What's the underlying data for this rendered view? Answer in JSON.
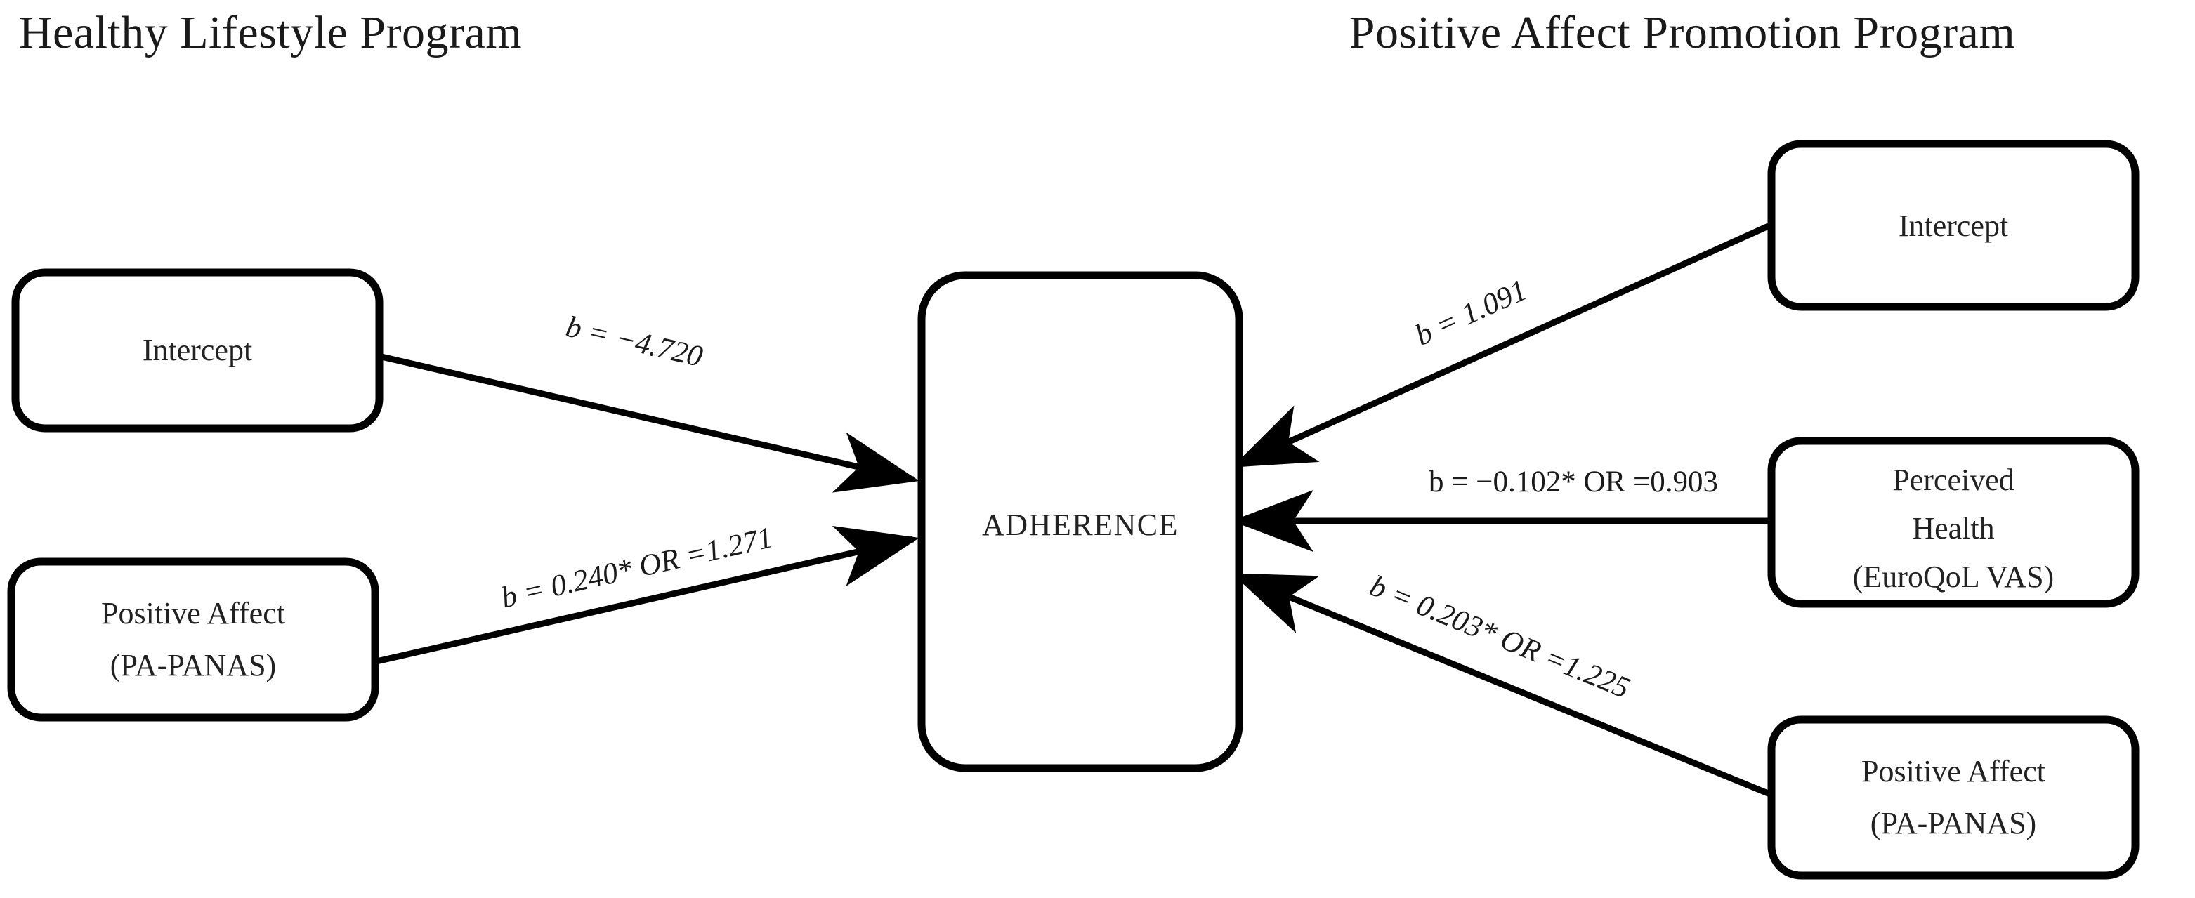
{
  "diagram": {
    "type": "path-model",
    "titles": {
      "left": "Healthy Lifestyle Program",
      "right": "Positive Affect Promotion Program"
    },
    "center_node": {
      "id": "adherence",
      "label": "ADHERENCE"
    },
    "left_nodes": [
      {
        "id": "left-intercept",
        "lines": [
          "Intercept"
        ]
      },
      {
        "id": "left-positive-affect",
        "lines": [
          "Positive  Affect",
          "(PA-PANAS)"
        ]
      }
    ],
    "right_nodes": [
      {
        "id": "right-intercept",
        "lines": [
          "Intercept"
        ]
      },
      {
        "id": "right-perceived-health",
        "lines": [
          "Perceived",
          "Health",
          "(EuroQoL  VAS)"
        ]
      },
      {
        "id": "right-positive-affect",
        "lines": [
          "Positive  Affect",
          "(PA-PANAS)"
        ]
      }
    ],
    "edges": [
      {
        "id": "edge-left-intercept",
        "from": "left-intercept",
        "to": "adherence",
        "label": "b = −4.720",
        "b": -4.72,
        "or": null,
        "significant": false
      },
      {
        "id": "edge-left-positive-affect",
        "from": "left-positive-affect",
        "to": "adherence",
        "label": "b = 0.240* OR =1.271",
        "b": 0.24,
        "or": 1.271,
        "significant": true
      },
      {
        "id": "edge-right-intercept",
        "from": "right-intercept",
        "to": "adherence",
        "label": "b = 1.091",
        "b": 1.091,
        "or": null,
        "significant": false
      },
      {
        "id": "edge-right-perceived-health",
        "from": "right-perceived-health",
        "to": "adherence",
        "label": "b = −0.102* OR =0.903",
        "b": -0.102,
        "or": 0.903,
        "significant": true
      },
      {
        "id": "edge-right-positive-affect",
        "from": "right-positive-affect",
        "to": "adherence",
        "label": "b = 0.203* OR =1.225",
        "b": 0.203,
        "or": 1.225,
        "significant": true
      }
    ],
    "colors": {
      "stroke": "#000000",
      "background": "#ffffff",
      "text": "#1a1a1a"
    }
  }
}
